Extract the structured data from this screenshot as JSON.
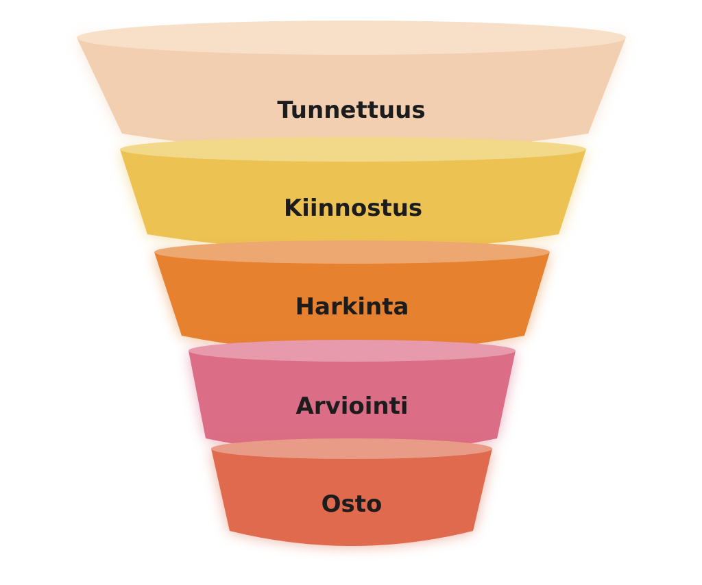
{
  "diagram": {
    "type": "funnel",
    "stages": [
      {
        "label": "Tunnettuus",
        "color": "#f2cfb0",
        "top_color": "#f7dfc8"
      },
      {
        "label": "Kiinnostus",
        "color": "#ecc252",
        "top_color": "#f2d98a"
      },
      {
        "label": "Harkinta",
        "color": "#e6812f",
        "top_color": "#eda872"
      },
      {
        "label": "Arviointi",
        "color": "#db6d86",
        "top_color": "#e69aab"
      },
      {
        "label": "Osto",
        "color": "#df6a4e",
        "top_color": "#e89c88"
      }
    ]
  }
}
